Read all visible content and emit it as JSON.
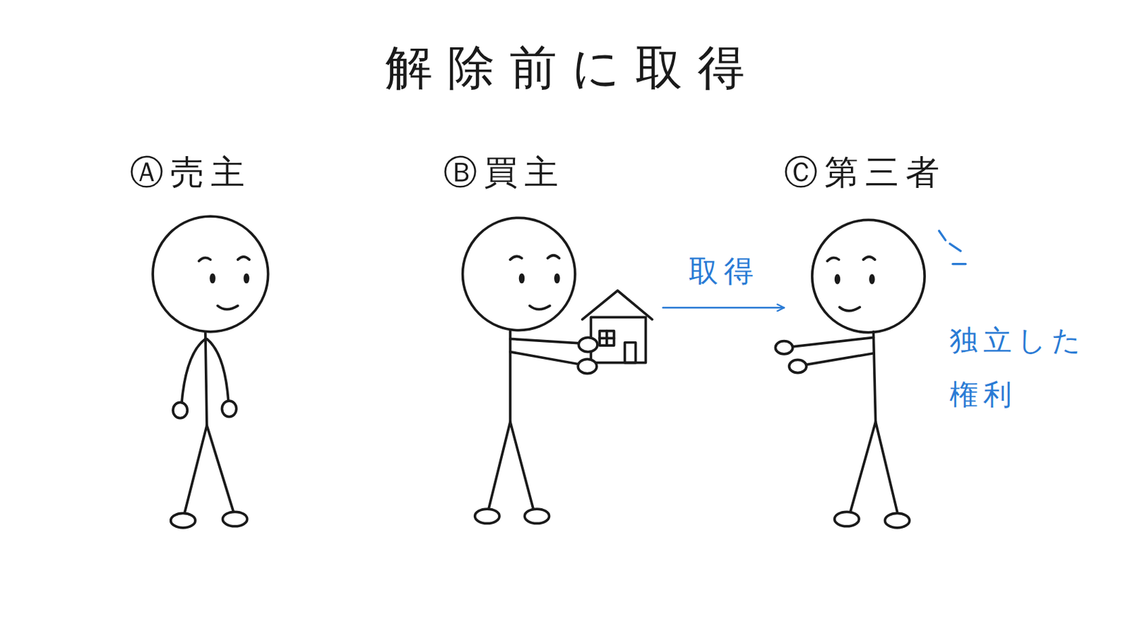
{
  "diagram": {
    "title": "解除前に取得",
    "nodes": [
      {
        "text": [
          "Ⓐ売主"
        ]
      },
      {
        "text": [
          "Ⓑ買主"
        ]
      },
      {
        "text": [
          "Ⓒ第三者"
        ]
      }
    ],
    "edges": [
      {
        "from": 1,
        "to": 2,
        "label": "取得",
        "arrow": "to"
      }
    ],
    "labels": [
      "独立した 権利"
    ]
  }
}
